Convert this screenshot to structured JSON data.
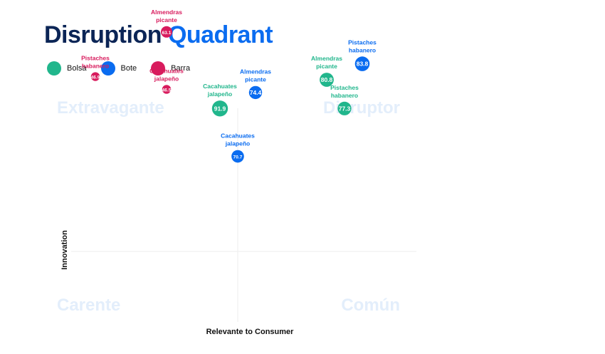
{
  "title": {
    "part1": "Disruption",
    "part2": "Quadrant"
  },
  "colors": {
    "Bolsa": "#21b68c",
    "Bote": "#0a6cf0",
    "Barra": "#d81b5d",
    "title_dark": "#0b2556",
    "title_accent": "#0a6cf0"
  },
  "legend": [
    {
      "label": "Bolsa",
      "color": "#21b68c"
    },
    {
      "label": "Bote",
      "color": "#0a6cf0"
    },
    {
      "label": "Barra",
      "color": "#d81b5d"
    }
  ],
  "quadrants": {
    "top_left": "Extravagante",
    "top_right": "Disruptor",
    "bottom_left": "Carente",
    "bottom_right": "Común"
  },
  "chart_data": {
    "type": "scatter",
    "title": "Disruption Quadrant",
    "xlabel": "Relevante to Consumer",
    "ylabel": "Innovation",
    "xlim": [
      0,
      10
    ],
    "ylim": [
      0,
      10
    ],
    "grid": false,
    "legend_position": "top-left",
    "series": [
      {
        "name": "Bolsa",
        "color": "#21b68c",
        "points": [
          {
            "label": "Cacahuates jalapeño",
            "x": 4.5,
            "y": 6.6,
            "value": "91.9"
          },
          {
            "label": "Almendras picante",
            "x": 7.5,
            "y": 7.5,
            "value": "80.8"
          },
          {
            "label": "Pistaches habanero",
            "x": 8.0,
            "y": 6.6,
            "value": "77.3"
          }
        ]
      },
      {
        "name": "Bote",
        "color": "#0a6cf0",
        "points": [
          {
            "label": "Almendras picante",
            "x": 5.5,
            "y": 7.1,
            "value": "74.4"
          },
          {
            "label": "Pistaches habanero",
            "x": 8.5,
            "y": 8.0,
            "value": "83.8"
          },
          {
            "label": "Cacahuates jalapeño",
            "x": 5.0,
            "y": 5.1,
            "value": "70.7"
          }
        ]
      },
      {
        "name": "Barra",
        "color": "#d81b5d",
        "points": [
          {
            "label": "Almendras picante",
            "x": 3.0,
            "y": 9.0,
            "value": "63.1"
          },
          {
            "label": "Pistaches habanero",
            "x": 1.0,
            "y": 7.6,
            "value": "46.9"
          },
          {
            "label": "Cacahuates jalapeño",
            "x": 3.0,
            "y": 7.2,
            "value": "46.5"
          }
        ]
      }
    ]
  }
}
